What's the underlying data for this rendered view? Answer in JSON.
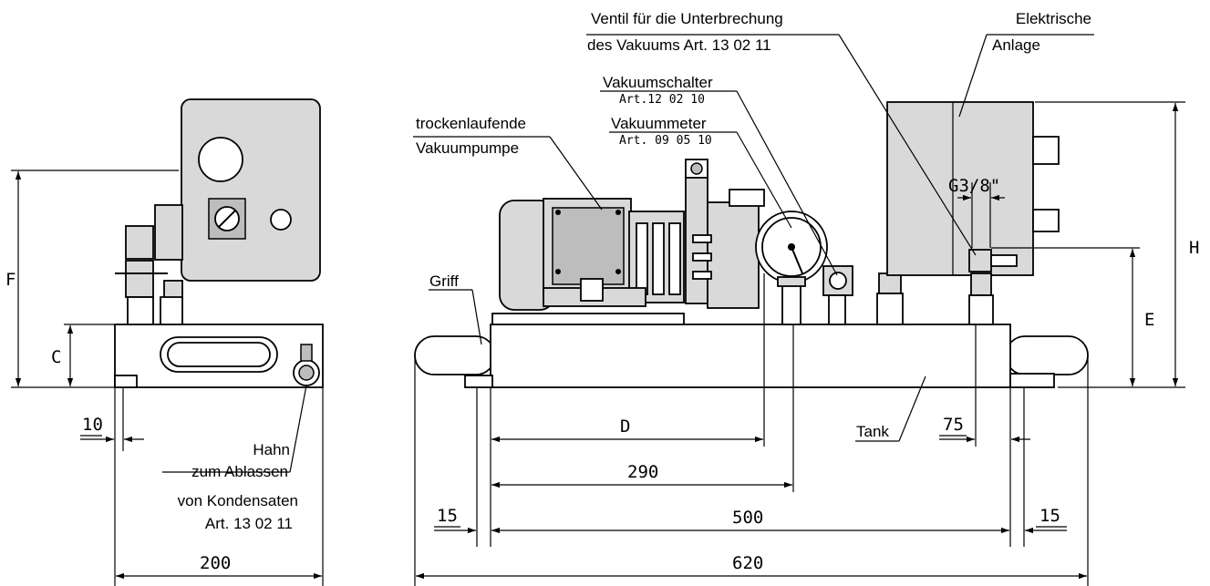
{
  "labels": {
    "ventil_line1": "Ventil für die Unterbrechung",
    "ventil_line2": "des Vakuums  Art. 13 02 11",
    "elektrische_line1": "Elektrische",
    "elektrische_line2": "Anlage",
    "vakuumschalter": "Vakuumschalter",
    "vakuumschalter_art": "Art.12 02 10",
    "trockenlaufende_line1": "trockenlaufende",
    "trockenlaufende_line2": "Vakuumpumpe",
    "vakuummeter": "Vakuummeter",
    "vakuummeter_art": "Art. 09 05 10",
    "griff": "Griff",
    "tank": "Tank",
    "hahn_line1": "Hahn",
    "hahn_line2": "zum Ablassen",
    "hahn_line3": "von Kondensaten",
    "hahn_line4": "Art.  13 02 11",
    "g38": "G3/8\""
  },
  "dimensions": {
    "F": "F",
    "C": "C",
    "H": "H",
    "E": "E",
    "D": "D",
    "d10": "10",
    "d200": "200",
    "d290": "290",
    "d500": "500",
    "d620": "620",
    "d15_left": "15",
    "d15_right": "15",
    "d75": "75"
  }
}
